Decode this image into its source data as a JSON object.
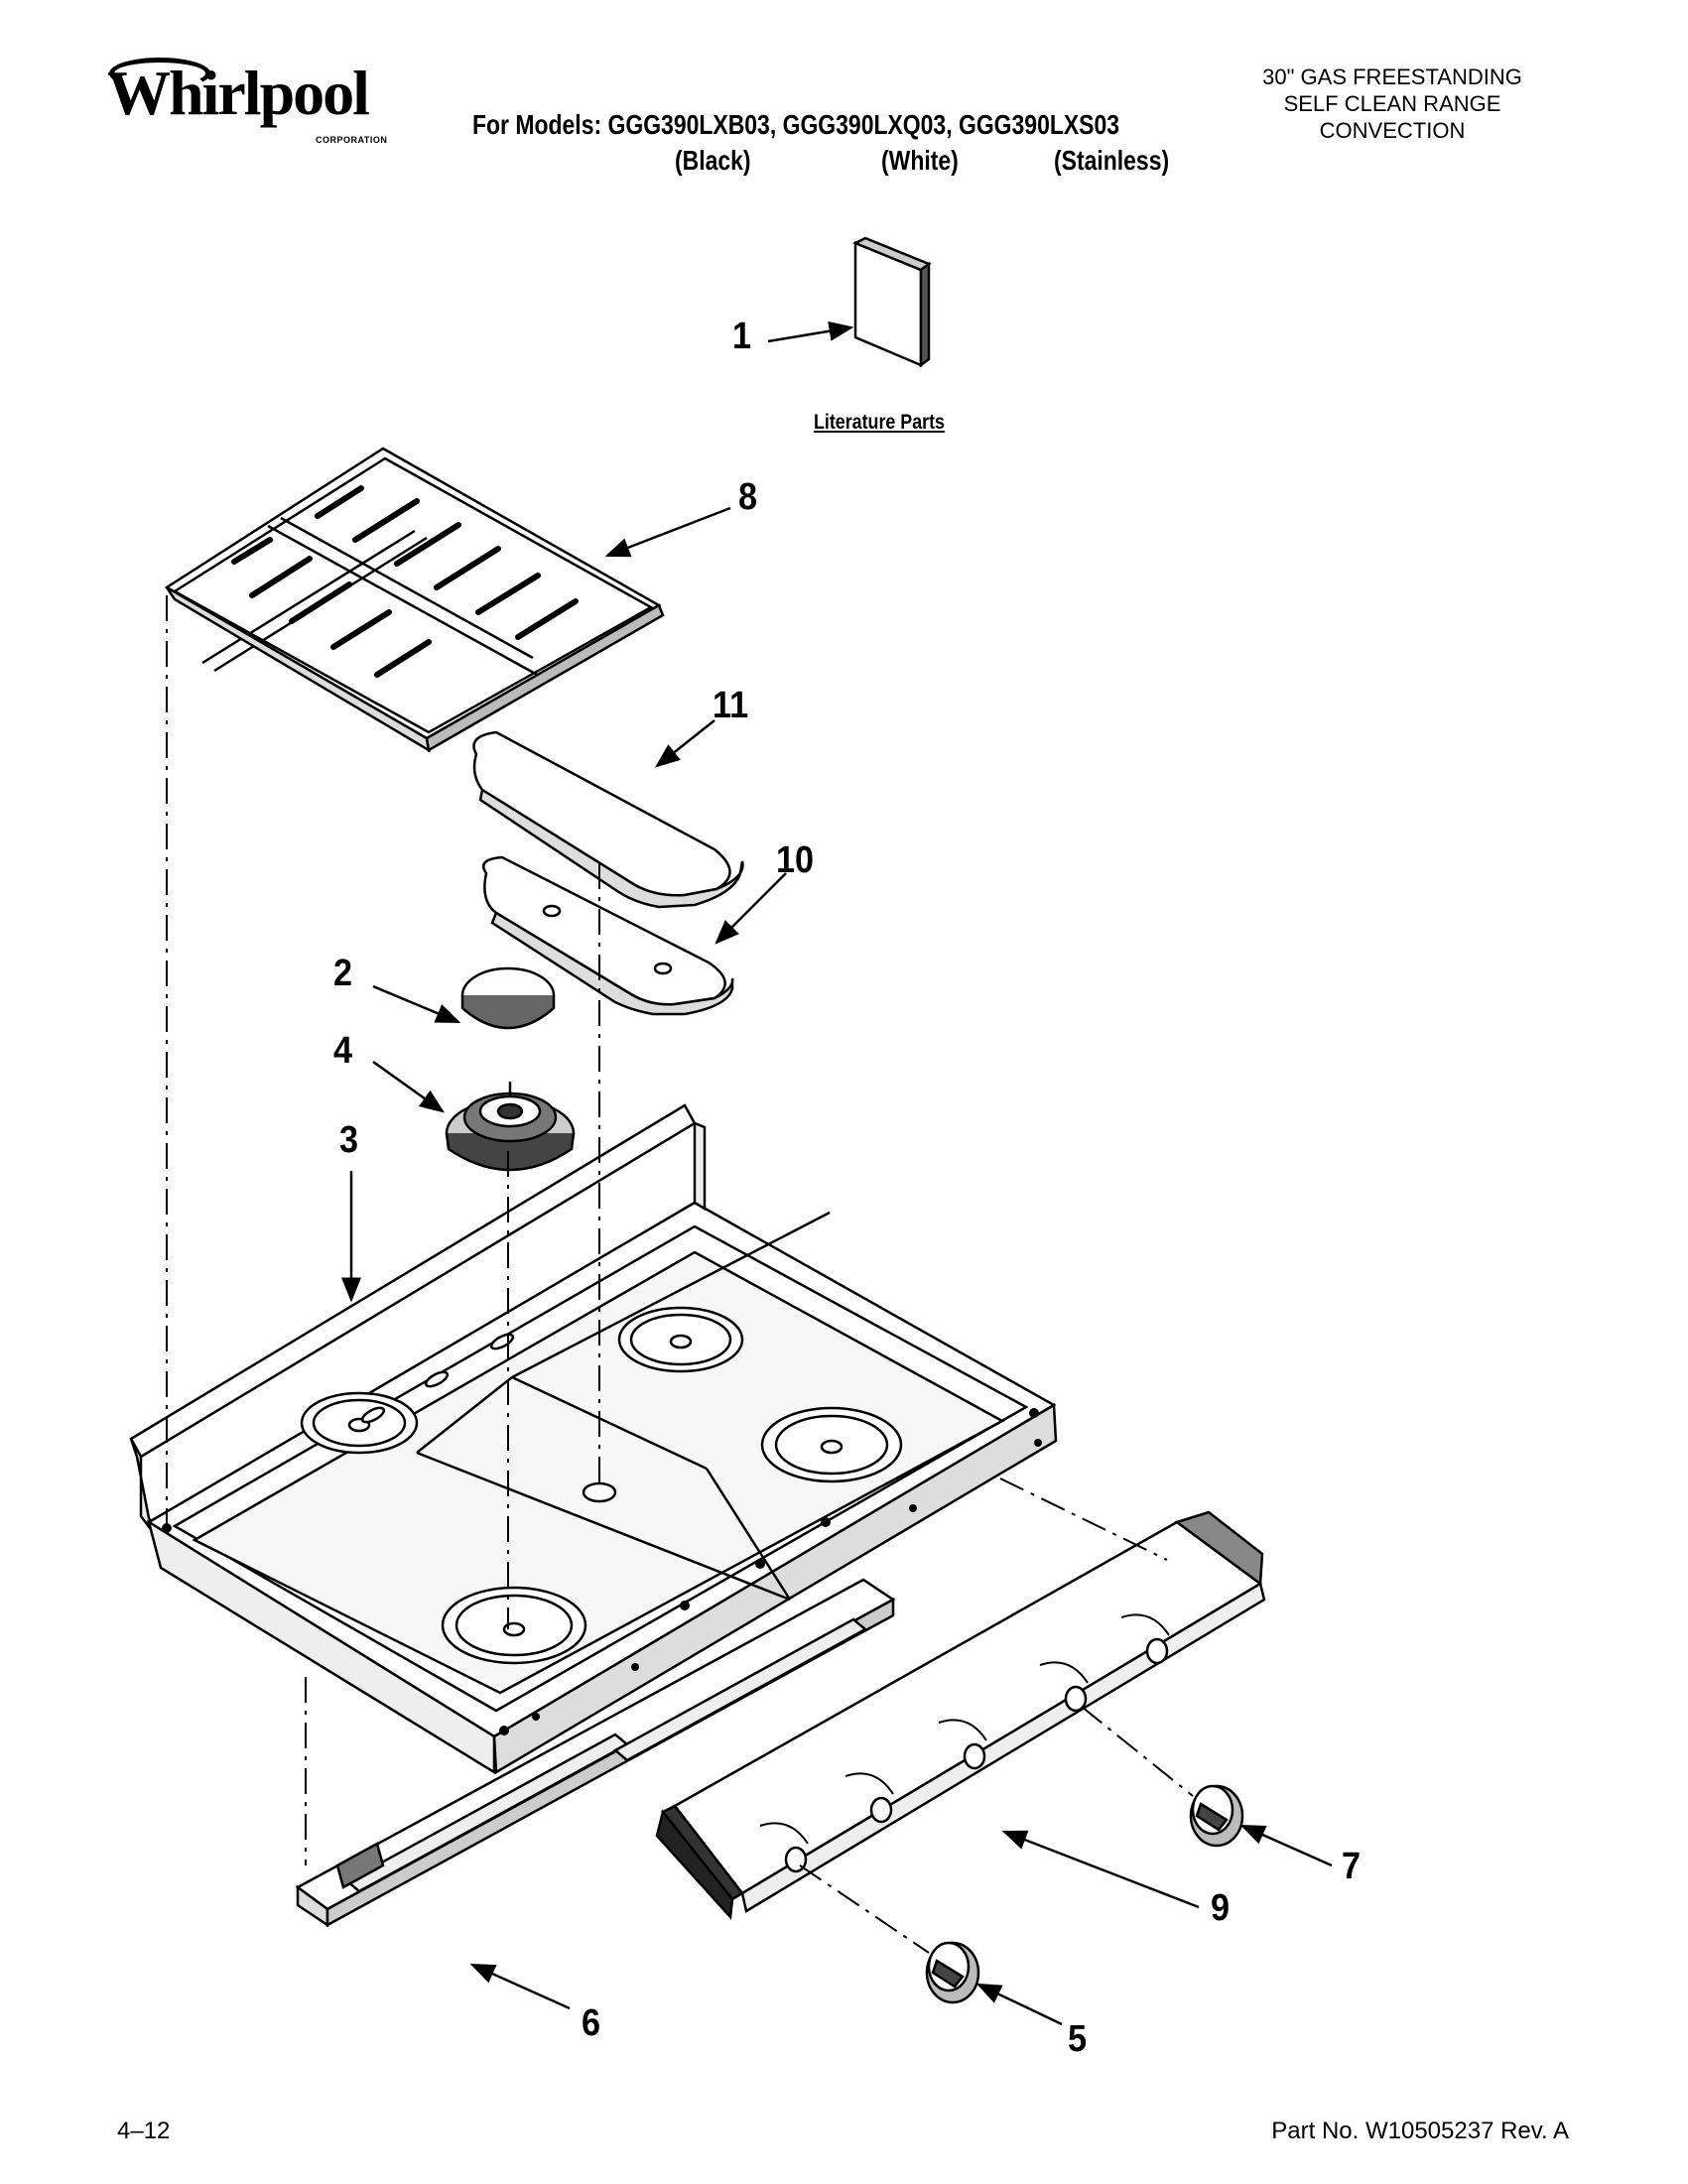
{
  "brand": {
    "name": "Whirlpool",
    "sub": "CORPORATION"
  },
  "header": {
    "models_line": "For Models: GGG390LXB03, GGG390LXQ03, GGG390LXS03",
    "variants": [
      "(Black)",
      "(White)",
      "(Stainless)"
    ],
    "title_lines": [
      "30\" GAS FREESTANDING",
      "SELF CLEAN RANGE",
      "CONVECTION"
    ]
  },
  "literature_label": "Literature Parts",
  "callouts": [
    "1",
    "2",
    "3",
    "4",
    "5",
    "6",
    "7",
    "8",
    "9",
    "10",
    "11"
  ],
  "footer": {
    "left": "4–12",
    "right": "Part No. W10505237 Rev. A"
  }
}
